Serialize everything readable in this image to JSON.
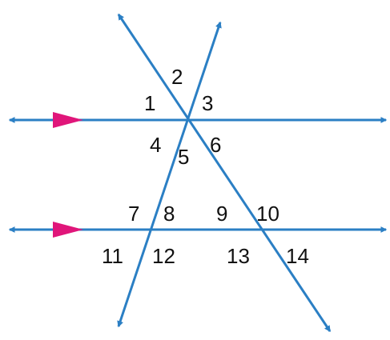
{
  "colors": {
    "line": "#2b7fc4",
    "parallel_marker": "#e0167a",
    "label": "#111111",
    "background": "#ffffff"
  },
  "angles": [
    {
      "id": "angle-1",
      "text": "1"
    },
    {
      "id": "angle-2",
      "text": "2"
    },
    {
      "id": "angle-3",
      "text": "3"
    },
    {
      "id": "angle-4",
      "text": "4"
    },
    {
      "id": "angle-5",
      "text": "5"
    },
    {
      "id": "angle-6",
      "text": "6"
    },
    {
      "id": "angle-7",
      "text": "7"
    },
    {
      "id": "angle-8",
      "text": "8"
    },
    {
      "id": "angle-9",
      "text": "9"
    },
    {
      "id": "angle-10",
      "text": "10"
    },
    {
      "id": "angle-11",
      "text": "11"
    },
    {
      "id": "angle-12",
      "text": "12"
    },
    {
      "id": "angle-13",
      "text": "13"
    },
    {
      "id": "angle-14",
      "text": "14"
    }
  ]
}
